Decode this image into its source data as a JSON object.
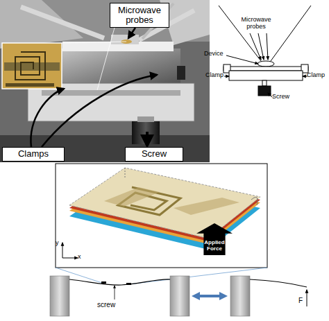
{
  "diagram": {
    "nodes": [
      {
        "text": [
          "Microwave probes"
        ]
      },
      {
        "text": [
          "Clamps"
        ]
      },
      {
        "text": [
          "Screw"
        ]
      },
      {
        "text": [
          "Applied Force"
        ]
      }
    ],
    "labels": [
      "Microwave probes",
      "Device",
      "Clamp",
      "Clamp",
      "Screw",
      "y",
      "x",
      "screw",
      "F"
    ]
  }
}
